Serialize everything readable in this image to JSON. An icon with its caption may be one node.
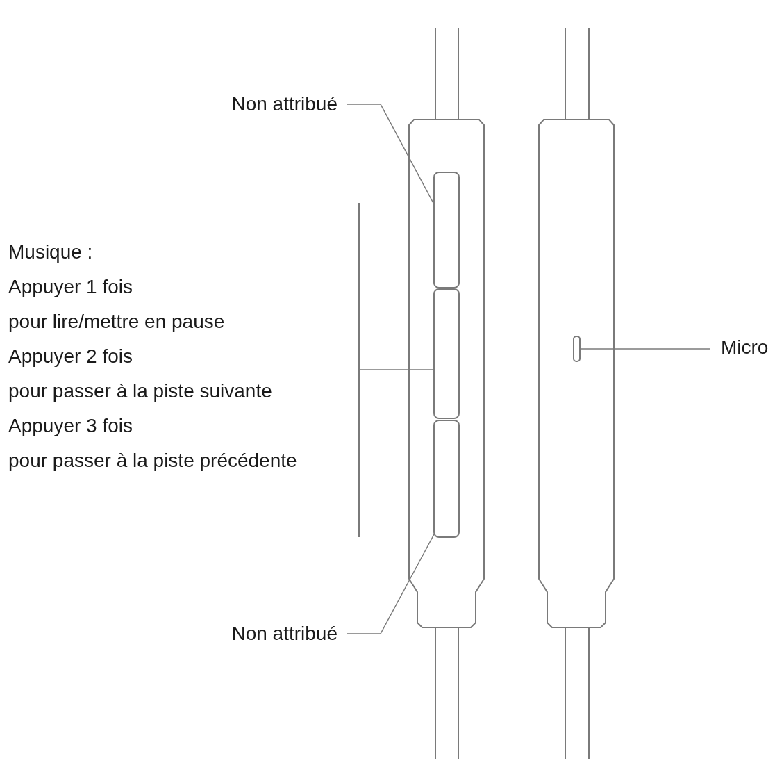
{
  "diagram": {
    "nodes": [
      {
        "text": [
          "Non attribué"
        ]
      },
      {
        "text": [],
        "shape": "box"
      },
      {
        "text": [],
        "shape": "box"
      },
      {
        "text": [],
        "shape": "box"
      },
      {
        "text": [
          "Musique :",
          "Appuyer 1 fois",
          "pour lire/mettre en pause",
          "Appuyer 2 fois",
          "pour passer à la piste suivante",
          "Appuyer 3 fois",
          "pour passer à la piste précédente"
        ]
      },
      {
        "text": [
          "Non attribué"
        ]
      },
      {
        "text": [],
        "shape": "box"
      },
      {
        "text": [
          "Micro"
        ]
      }
    ],
    "edges": [
      {
        "from": 0,
        "to": 1,
        "arrow": "none"
      },
      {
        "from": 4,
        "to": 2,
        "arrow": "none"
      },
      {
        "from": 5,
        "to": 3,
        "arrow": "none"
      },
      {
        "from": 7,
        "to": 6,
        "arrow": "none"
      }
    ]
  }
}
